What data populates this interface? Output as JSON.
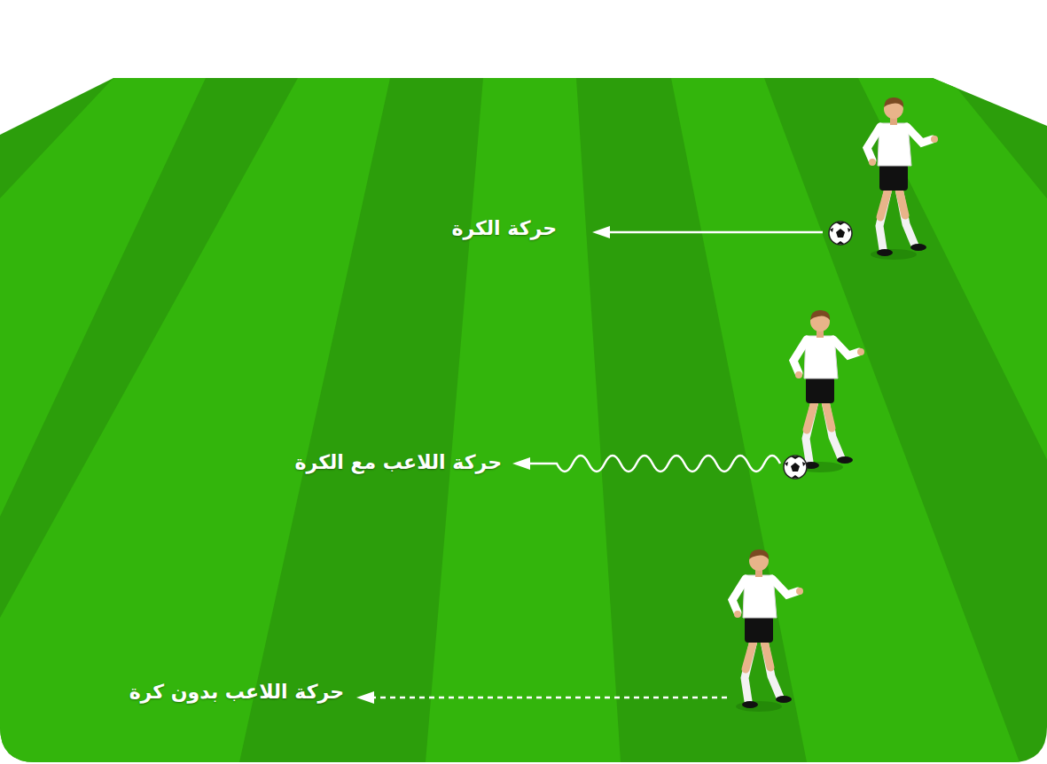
{
  "diagram": {
    "legend": [
      {
        "text": "حركة الكرة"
      },
      {
        "text": "حركة اللاعب مع الكرة"
      },
      {
        "text": "حركة اللاعب بدون كرة"
      }
    ]
  }
}
